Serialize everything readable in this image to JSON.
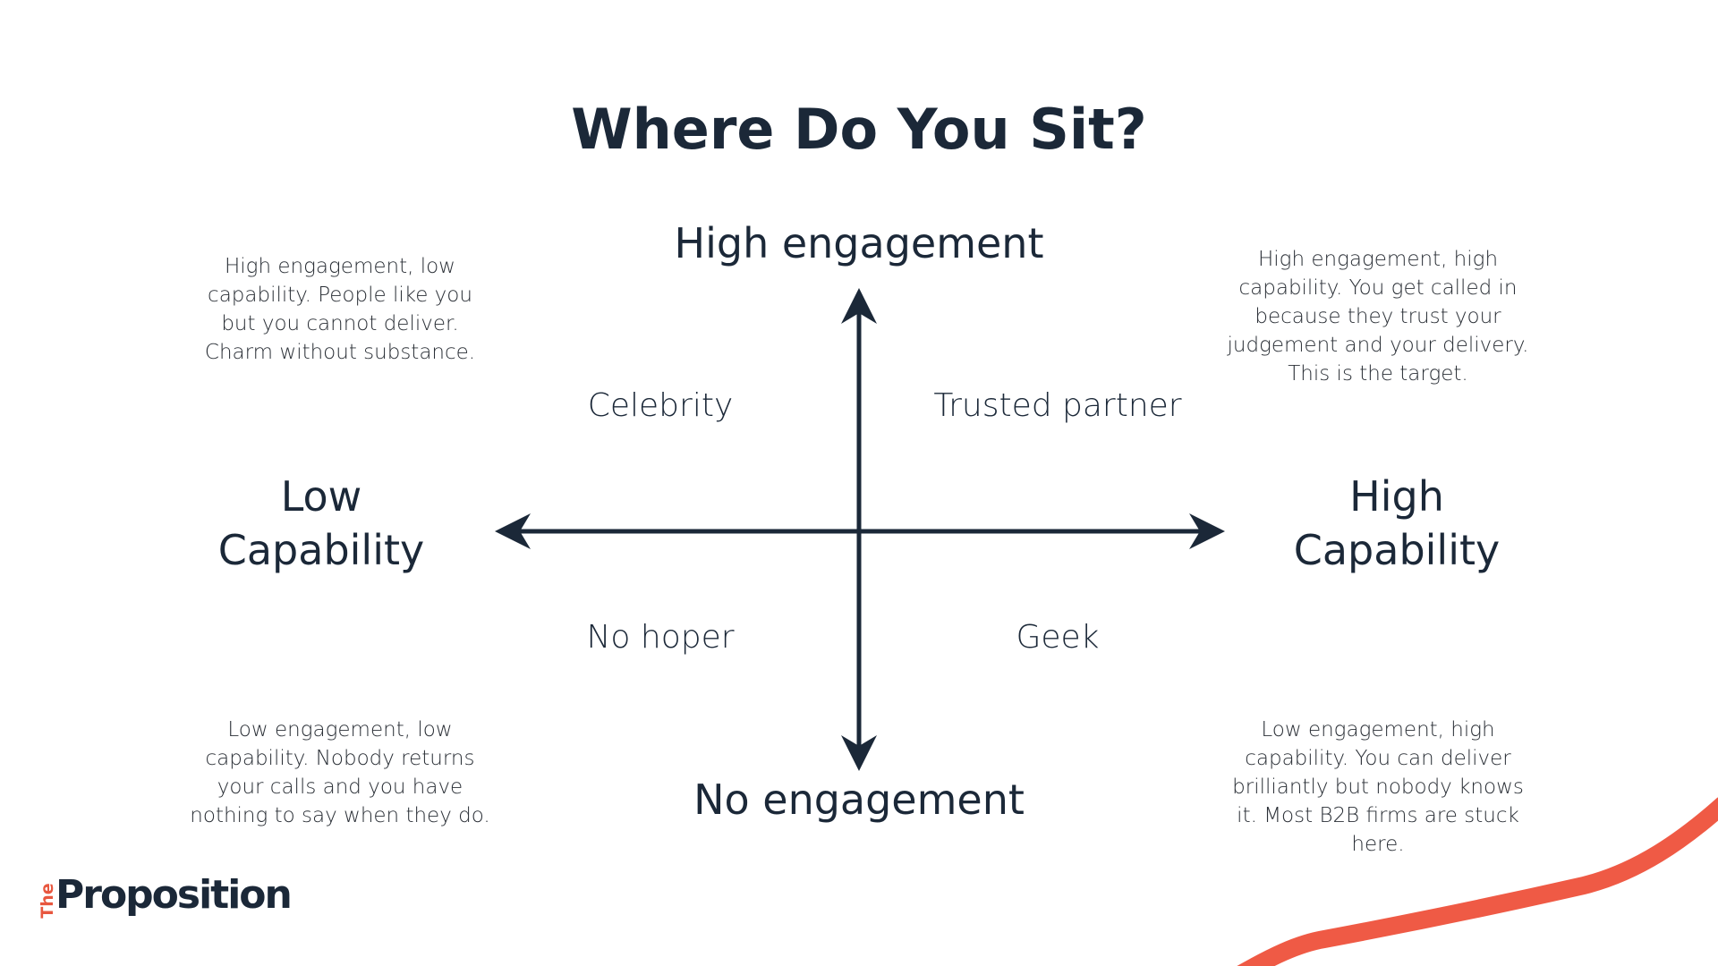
{
  "title": "Where Do You Sit?",
  "axes": {
    "top": "High engagement",
    "bottom": "No engagement",
    "left": [
      "Low",
      "Capability"
    ],
    "right": [
      "High",
      "Capability"
    ]
  },
  "quadrants": {
    "top_left": "Celebrity",
    "top_right": "Trusted partner",
    "bottom_left": "No hoper",
    "bottom_right": "Geek"
  },
  "descriptions": {
    "top_left": [
      "High engagement, low",
      "capability. People like you",
      "but you cannot deliver.",
      "Charm without substance."
    ],
    "top_right": [
      "High engagement, high",
      "capability. You get called in",
      "because they trust your",
      "judgement and your delivery.",
      "This is the target."
    ],
    "bottom_left": [
      "Low engagement, low",
      "capability. Nobody returns",
      "your calls and you have",
      "nothing to say when they do."
    ],
    "bottom_right": [
      "Low engagement, high",
      "capability. You can deliver",
      "brilliantly but nobody knows",
      "it. Most B2B firms are stuck",
      "here."
    ]
  },
  "logo": {
    "small": "The",
    "main": "Proposition"
  },
  "colors": {
    "ink": "#1b2838",
    "accent": "#ef5a45"
  }
}
